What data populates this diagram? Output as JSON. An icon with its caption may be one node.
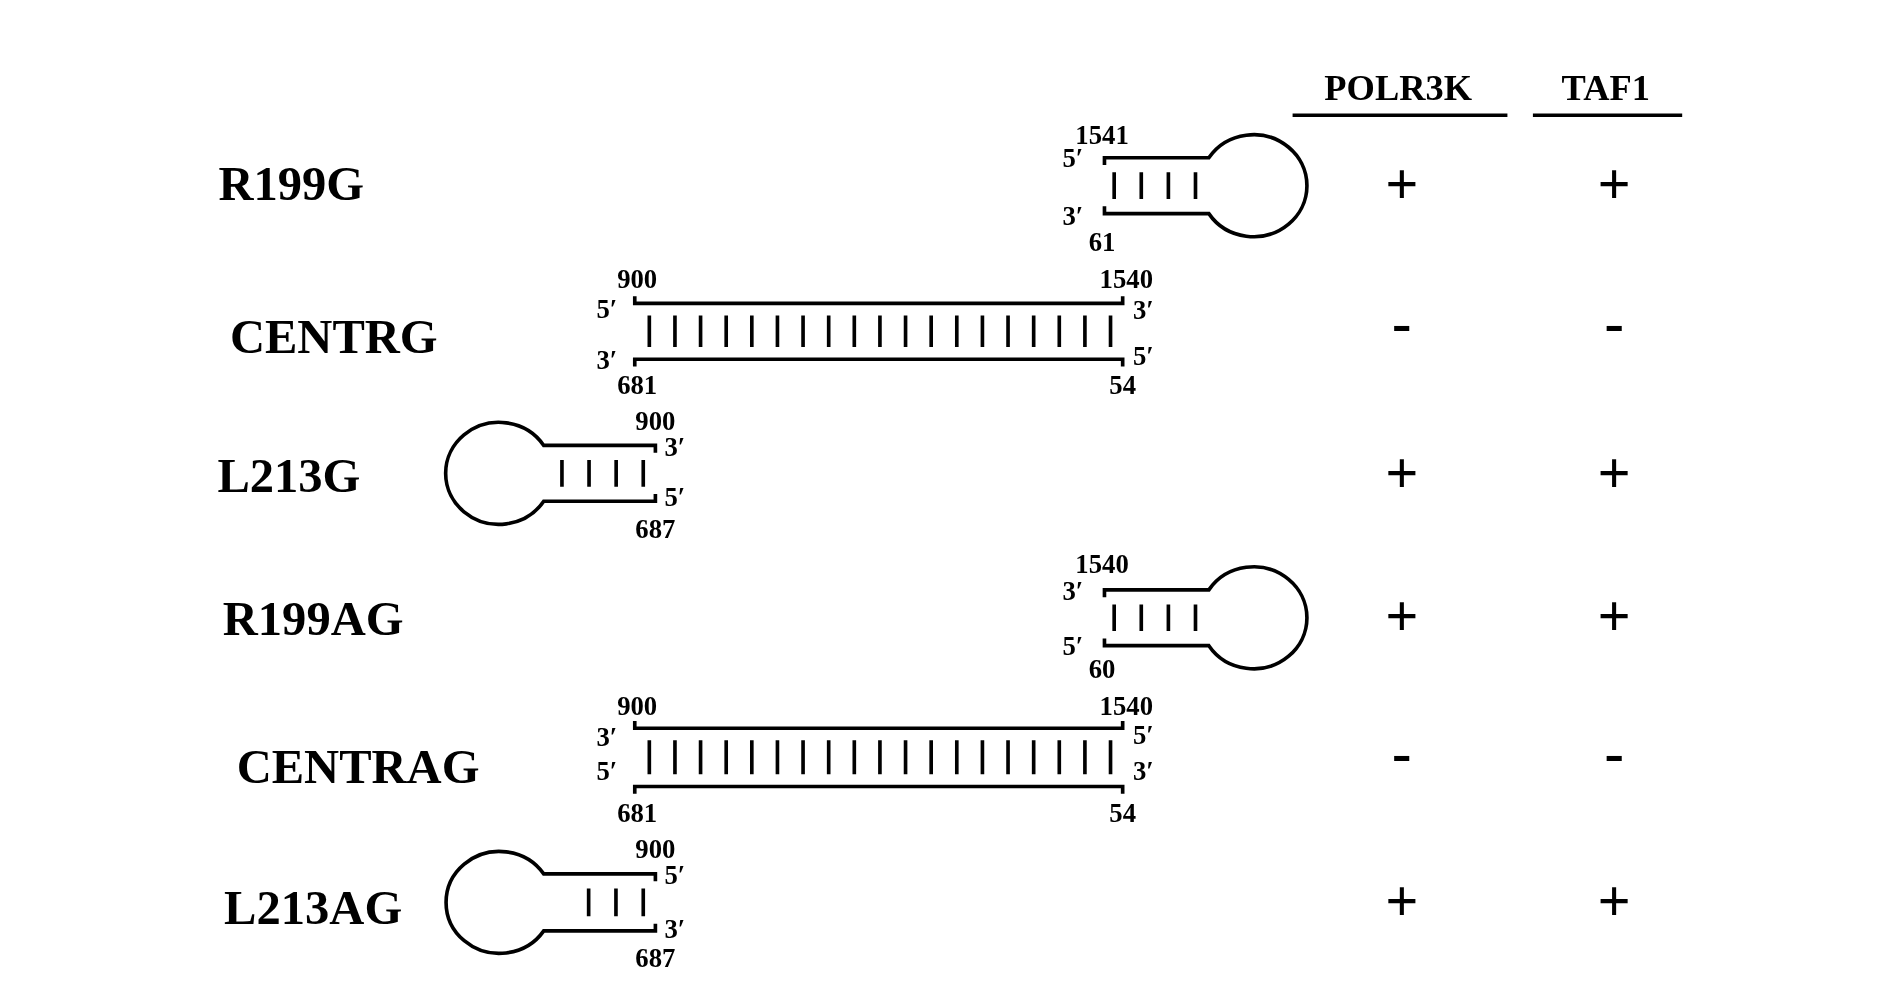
{
  "diagram": {
    "labels": [
      "POLR3K",
      "TAF1",
      "R199G",
      "1541",
      "5′",
      "3′",
      "61",
      "+",
      "+",
      "CENTRG",
      "900",
      "1540",
      "5′",
      "3′",
      "3′",
      "5′",
      "681",
      "54",
      "-",
      "-",
      "L213G",
      "900",
      "3′",
      "5′",
      "687",
      "+",
      "+",
      "R199AG",
      "1540",
      "3′",
      "5′",
      "60",
      "+",
      "+",
      "CENTRAG",
      "900",
      "1540",
      "3′",
      "5′",
      "5′",
      "3′",
      "681",
      "54",
      "-",
      "-",
      "L213AG",
      "900",
      "5′",
      "3′",
      "687",
      "+",
      "+"
    ]
  }
}
